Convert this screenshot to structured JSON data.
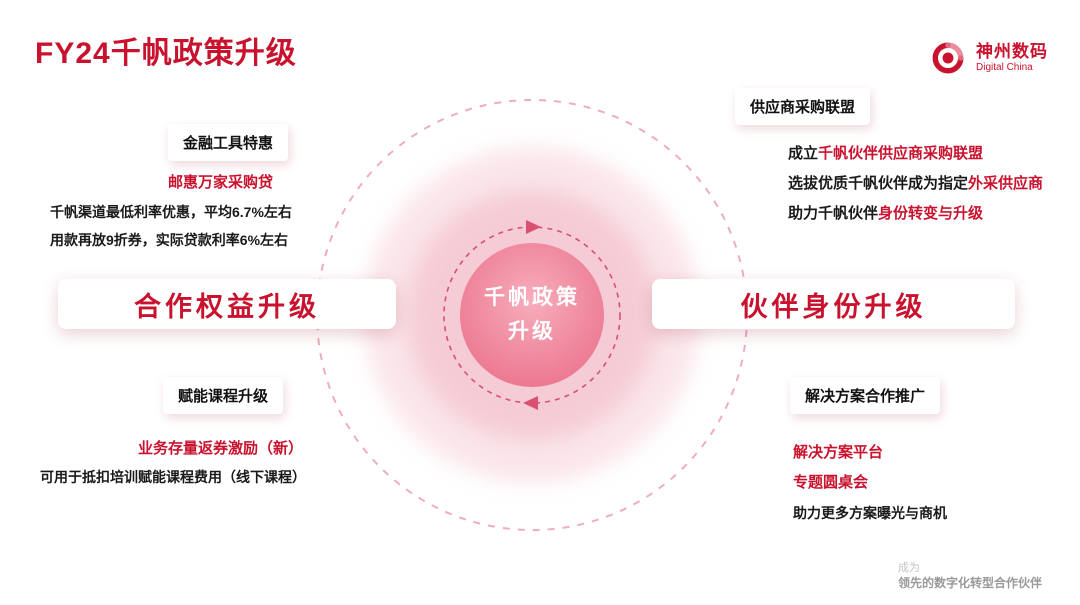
{
  "title": "FY24千帆政策升级",
  "logo": {
    "name": "神州数码",
    "subtitle": "Digital China"
  },
  "center": {
    "line1": "千帆政策",
    "line2": "升级"
  },
  "left": {
    "finance": {
      "header": "金融工具特惠",
      "subtitle": "邮惠万家采购贷",
      "lines": [
        "千帆渠道最低利率优惠，平均6.7%左右",
        "用款再放9折券，实际贷款利率6%左右"
      ]
    },
    "main": "合作权益升级",
    "course": {
      "header": "赋能课程升级",
      "subtitle": "业务存量返券激励（新）",
      "lines": [
        "可用于抵扣培训赋能课程费用（线下课程）"
      ]
    }
  },
  "right": {
    "alliance": {
      "header": "供应商采购联盟",
      "lines": [
        {
          "prefix": "成立",
          "highlight": "千帆伙伴供应商采购联盟"
        },
        {
          "prefix": "选拔优质千帆伙伴成为指定",
          "highlight": "外采供应商"
        },
        {
          "prefix": "助力千帆伙伴",
          "highlight": "身份转变与升级"
        }
      ]
    },
    "main": "伙伴身份升级",
    "solution": {
      "header": "解决方案合作推广",
      "highlights": [
        "解决方案平台",
        "专题圆桌会"
      ],
      "lines": [
        "助力更多方案曝光与商机"
      ]
    }
  },
  "footer": {
    "line1": "成为",
    "line2": "领先的数字化转型合作伙伴"
  },
  "colors": {
    "accent": "#c9132e",
    "soft_pink": "#f6d2da"
  }
}
